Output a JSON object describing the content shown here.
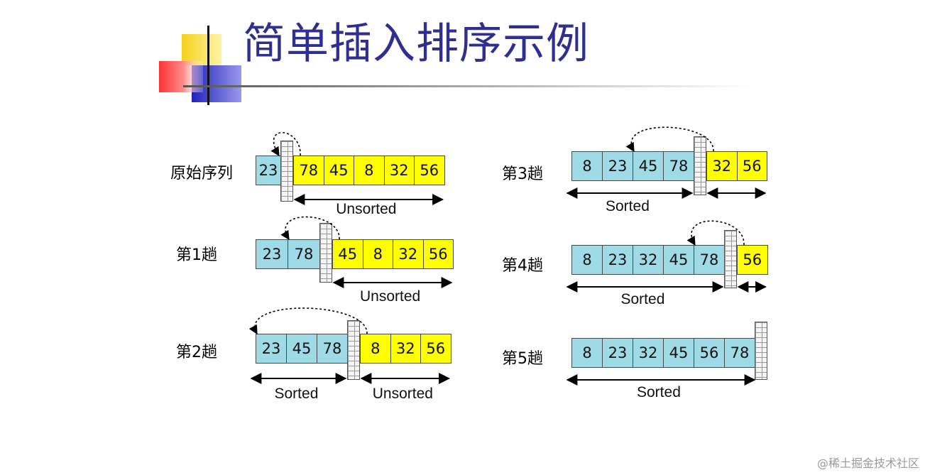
{
  "title": "简单插入排序示例",
  "watermark": "@稀土掘金技术社区",
  "colors": {
    "sorted": "#9fdbe6",
    "unsorted": "#ffff00",
    "title": "#2e2f8f"
  },
  "rows": [
    {
      "label": "原始序列",
      "sorted": [
        "23"
      ],
      "unsorted": [
        "78",
        "45",
        "8",
        "32",
        "56"
      ],
      "sorted_label": "",
      "unsorted_label": "Unsorted"
    },
    {
      "label": "第1趟",
      "sorted": [
        "23",
        "78"
      ],
      "unsorted": [
        "45",
        "8",
        "32",
        "56"
      ],
      "sorted_label": "",
      "unsorted_label": "Unsorted"
    },
    {
      "label": "第2趟",
      "sorted": [
        "23",
        "45",
        "78"
      ],
      "unsorted": [
        "8",
        "32",
        "56"
      ],
      "sorted_label": "Sorted",
      "unsorted_label": "Unsorted"
    },
    {
      "label": "第3趟",
      "sorted": [
        "8",
        "23",
        "45",
        "78"
      ],
      "unsorted": [
        "32",
        "56"
      ],
      "sorted_label": "Sorted",
      "unsorted_label": ""
    },
    {
      "label": "第4趟",
      "sorted": [
        "8",
        "23",
        "32",
        "45",
        "78"
      ],
      "unsorted": [
        "56"
      ],
      "sorted_label": "Sorted",
      "unsorted_label": ""
    },
    {
      "label": "第5趟",
      "sorted": [
        "8",
        "23",
        "32",
        "45",
        "56",
        "78"
      ],
      "unsorted": [],
      "sorted_label": "Sorted",
      "unsorted_label": ""
    }
  ]
}
